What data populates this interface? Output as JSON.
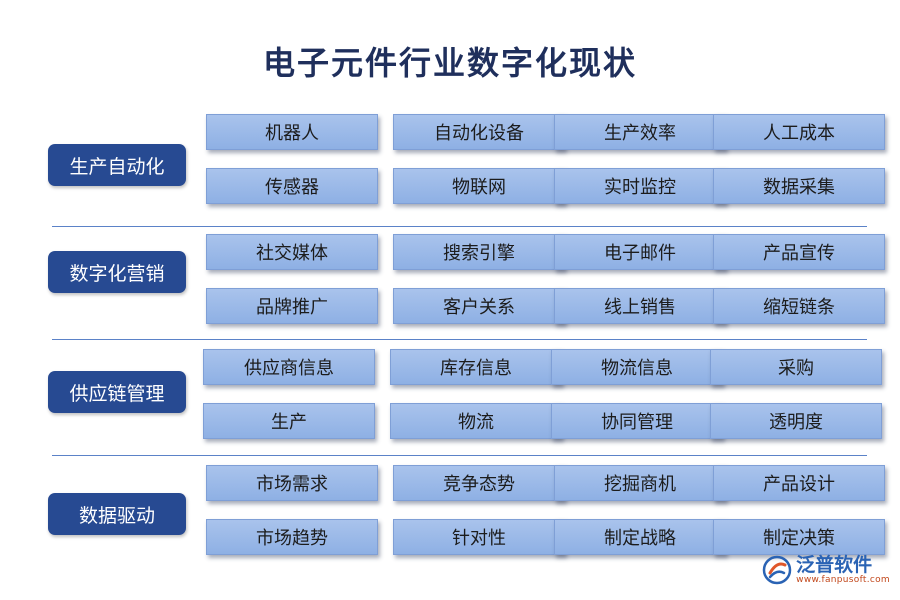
{
  "title": "电子元件行业数字化现状",
  "sections": [
    {
      "category": "生产自动化",
      "rows": [
        [
          "机器人",
          "自动化设备",
          "生产效率",
          "人工成本"
        ],
        [
          "传感器",
          "物联网",
          "实时监控",
          "数据采集"
        ]
      ]
    },
    {
      "category": "数字化营销",
      "rows": [
        [
          "社交媒体",
          "搜索引擎",
          "电子邮件",
          "产品宣传"
        ],
        [
          "品牌推广",
          "客户关系",
          "线上销售",
          "缩短链条"
        ]
      ]
    },
    {
      "category": "供应链管理",
      "rows": [
        [
          "供应商信息",
          "库存信息",
          "物流信息",
          "采购"
        ],
        [
          "生产",
          "物流",
          "协同管理",
          "透明度"
        ]
      ]
    },
    {
      "category": "数据驱动",
      "rows": [
        [
          "市场需求",
          "竞争态势",
          "挖掘商机",
          "产品设计"
        ],
        [
          "市场趋势",
          "针对性",
          "制定战略",
          "制定决策"
        ]
      ]
    }
  ],
  "logo": {
    "name": "泛普软件",
    "url": "www.fanpusoft.com",
    "icon": "fanpu-logo-icon"
  }
}
